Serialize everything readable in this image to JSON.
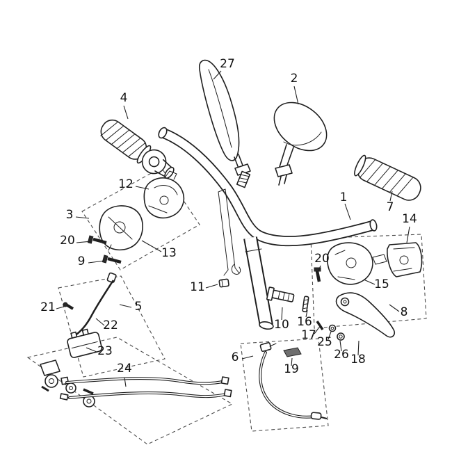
{
  "diagram": {
    "type": "exploded-parts-diagram",
    "subject_visible_content": "numbered handlebar assembly line drawing",
    "background_color": "#ffffff",
    "line_color": "#1f1f1f",
    "callout_box_style": "dashed"
  },
  "labels": [
    {
      "text": "27"
    },
    {
      "text": "2"
    },
    {
      "text": "4"
    },
    {
      "text": "7"
    },
    {
      "text": "1"
    },
    {
      "text": "12"
    },
    {
      "text": "3"
    },
    {
      "text": "20"
    },
    {
      "text": "9"
    },
    {
      "text": "13"
    },
    {
      "text": "14"
    },
    {
      "text": "20"
    },
    {
      "text": "15"
    },
    {
      "text": "11"
    },
    {
      "text": "8"
    },
    {
      "text": "21"
    },
    {
      "text": "5"
    },
    {
      "text": "22"
    },
    {
      "text": "10"
    },
    {
      "text": "16"
    },
    {
      "text": "17"
    },
    {
      "text": "25"
    },
    {
      "text": "23"
    },
    {
      "text": "26"
    },
    {
      "text": "18"
    },
    {
      "text": "24"
    },
    {
      "text": "6"
    },
    {
      "text": "19"
    }
  ]
}
